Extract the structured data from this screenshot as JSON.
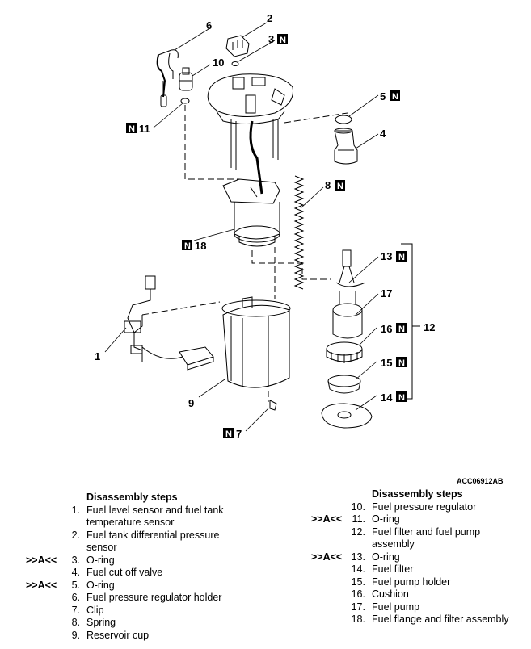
{
  "diagram": {
    "code": "ACC06912AB",
    "n_mark": "N",
    "callouts": {
      "c1": "1",
      "c2": "2",
      "c3": "3",
      "c4": "4",
      "c5": "5",
      "c6": "6",
      "c7": "7",
      "c8": "8",
      "c9": "9",
      "c10": "10",
      "c11": "11",
      "c12": "12",
      "c13": "13",
      "c14": "14",
      "c15": "15",
      "c16": "16",
      "c17": "17",
      "c18": "18"
    }
  },
  "steps": {
    "left": {
      "heading": "Disassembly steps",
      "items": [
        {
          "mark": "",
          "num": "1.",
          "text": "Fuel level sensor and fuel tank",
          "text2": "temperature sensor"
        },
        {
          "mark": "",
          "num": "2.",
          "text": "Fuel tank differential pressure",
          "text2": "sensor"
        },
        {
          "mark": ">>A<<",
          "num": "3.",
          "text": "O-ring",
          "text2": ""
        },
        {
          "mark": "",
          "num": "4.",
          "text": "Fuel cut off valve",
          "text2": ""
        },
        {
          "mark": ">>A<<",
          "num": "5.",
          "text": "O-ring",
          "text2": ""
        },
        {
          "mark": "",
          "num": "6.",
          "text": "Fuel pressure regulator holder",
          "text2": ""
        },
        {
          "mark": "",
          "num": "7.",
          "text": "Clip",
          "text2": ""
        },
        {
          "mark": "",
          "num": "8.",
          "text": "Spring",
          "text2": ""
        },
        {
          "mark": "",
          "num": "9.",
          "text": "Reservoir cup",
          "text2": ""
        }
      ]
    },
    "right": {
      "heading": "Disassembly steps",
      "items": [
        {
          "mark": "",
          "num": "10.",
          "text": "Fuel pressure regulator",
          "text2": ""
        },
        {
          "mark": ">>A<<",
          "num": "11.",
          "text": "O-ring",
          "text2": ""
        },
        {
          "mark": "",
          "num": "12.",
          "text": "Fuel filter and fuel pump",
          "text2": "assembly"
        },
        {
          "mark": ">>A<<",
          "num": "13.",
          "text": "O-ring",
          "text2": ""
        },
        {
          "mark": "",
          "num": "14.",
          "text": "Fuel filter",
          "text2": ""
        },
        {
          "mark": "",
          "num": "15.",
          "text": "Fuel pump holder",
          "text2": ""
        },
        {
          "mark": "",
          "num": "16.",
          "text": "Cushion",
          "text2": ""
        },
        {
          "mark": "",
          "num": "17.",
          "text": "Fuel pump",
          "text2": ""
        },
        {
          "mark": "",
          "num": "18.",
          "text": "Fuel flange and filter assembly",
          "text2": ""
        }
      ]
    }
  }
}
